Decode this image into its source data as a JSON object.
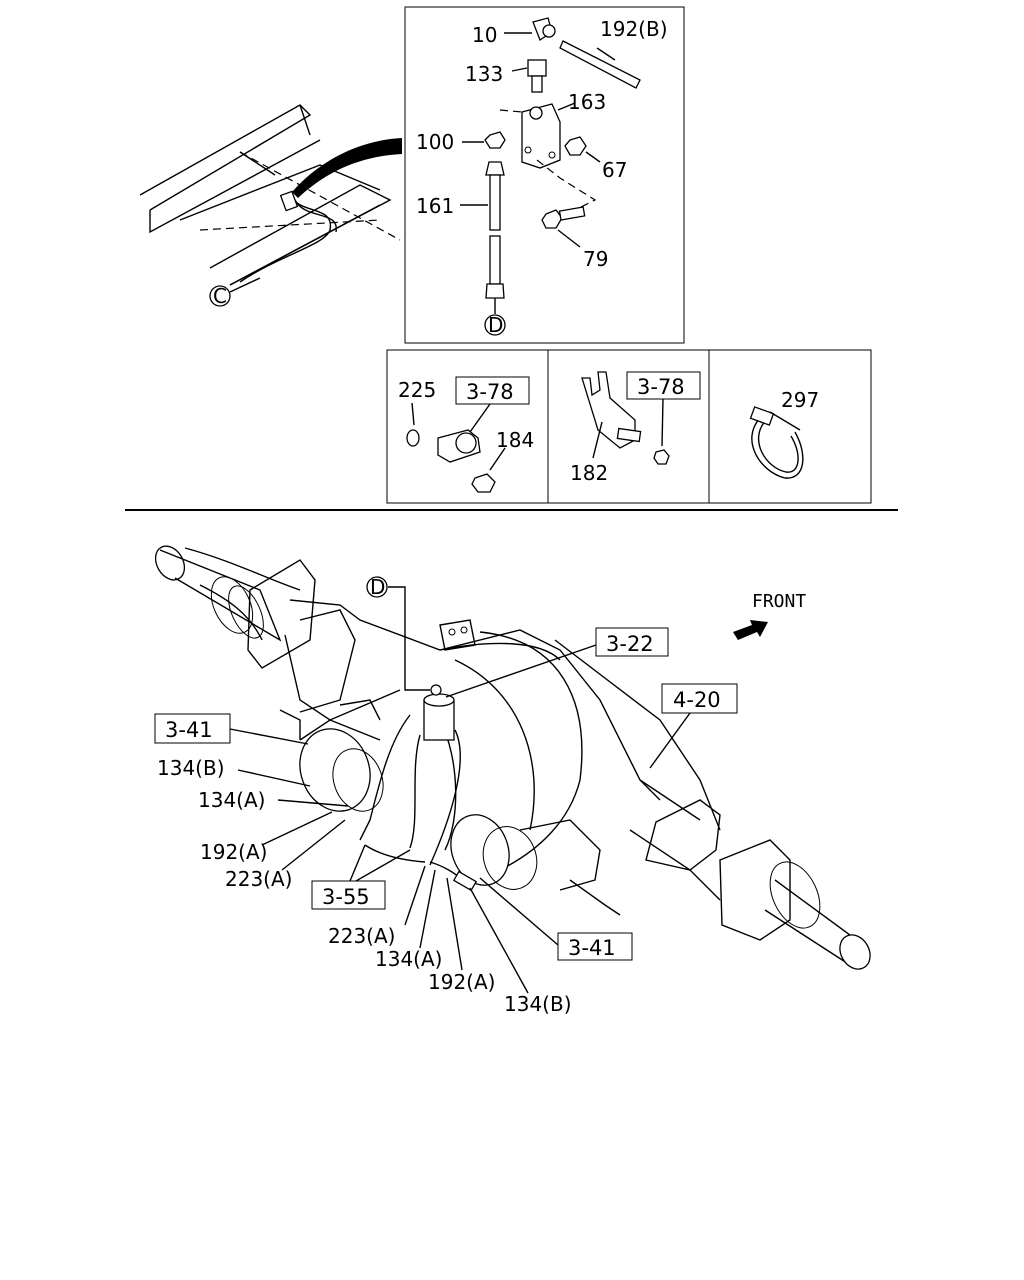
{
  "labels": {
    "p10": "10",
    "p192b_top": "192(B)",
    "p133": "133",
    "p163": "163",
    "p100": "100",
    "p67": "67",
    "p161": "161",
    "p79": "79",
    "p225": "225",
    "p184": "184",
    "p182": "182",
    "p297": "297",
    "p134b_left": "134(B)",
    "p134a_left": "134(A)",
    "p192a_left": "192(A)",
    "p223a_left": "223(A)",
    "p223a_bottom": "223(A)",
    "p134a_bottom": "134(A)",
    "p192a_bottom": "192(A)",
    "p134b_bottom": "134(B)"
  },
  "refs": {
    "r378_a": "3-78",
    "r378_b": "3-78",
    "r322": "3-22",
    "r420": "4-20",
    "r341_left": "3-41",
    "r341_right": "3-41",
    "r355": "3-55"
  },
  "callouts": {
    "c_top": "C",
    "d_top": "D",
    "d_main": "D"
  },
  "direction": {
    "front": "FRONT"
  }
}
